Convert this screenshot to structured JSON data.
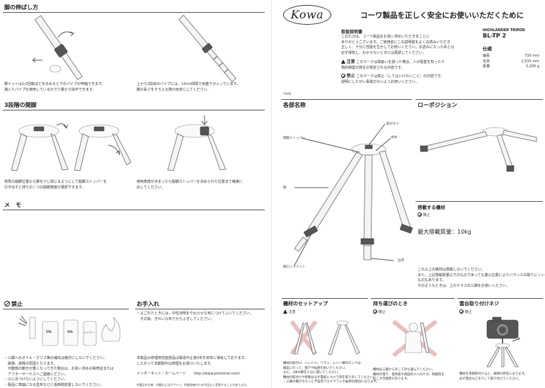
{
  "left": {
    "extend": {
      "title": "脚の伸ばし方",
      "caption_left": [
        "脚ナットは1/2回転ほどゆるめると下のパイプが伸縮できます。",
        "満入りパイプを使用しているので少量から操作できます。"
      ],
      "caption_right": [
        "上から2段目のパイプには、10cm間隔で目盛りが入っています。",
        "脚の長さをそろえる際の目安にしてください。"
      ]
    },
    "spread": {
      "title": "3段階の開脚",
      "caption_left": [
        "標準の開脚位置から脚を少し閉じるようにして開脚ストッパーを",
        "引き出すと残りの二つの開脚角度が選択できます。"
      ],
      "caption_right": [
        "使用角度が決まったら開脚ストッパーを決められた位置まで確実に",
        "戻してください。"
      ]
    },
    "memo": {
      "title": "メ　モ"
    },
    "prohibit": {
      "title": "禁止",
      "labels": [
        "OIL",
        "OIL",
        "シンナー"
      ],
      "notes": [
        "・三脚へのオイル・グリス等の補充は絶対にしないでください。",
        "　破損、故障の原因となります。",
        "　可動部の動きが重くなってきた場合は、お買い求めの販売店または",
        "　アフターサービスへご連絡ください。",
        "・火に近づけないようにしてください。",
        "・製品に表面になる塗布などに長時間放置しないでください。"
      ]
    },
    "care": {
      "title": "お手入れ",
      "notes": [
        "・よごれたときには、中性洗剤をやわらかな布につけてふいてください。",
        "　その後、きれいな布でからぶきしてください。"
      ],
      "warranty": [
        "本製品の修理用性能部品は製造中止後5年を目安に保有しております。",
        "したがって本期間中は修理をお受けいたします。"
      ],
      "website_label": "インターネット・ホームページ",
      "website_url": "http://www.prominar.com/",
      "footnote": "※製品の仕様、外観などはデザイン、性能改善のため予告なく変更することがあります。"
    }
  },
  "right": {
    "logo_text": "Kowa",
    "heading": "コーワ製品を正しく安全にお使いいただくために",
    "manual": {
      "title": "取扱説明書",
      "lines": [
        "このたびは、コーワ製品をお買い求めいただきまことに",
        "ありがとうございます。ご使用前にこの説明書をよくお読みいただき",
        "正しく、十分に性能を生かしてお使いください。お読みになったあとは",
        "必ず保管し、わからないときには再読してください。"
      ]
    },
    "caution": {
      "label": "注意",
      "lines": [
        "このマークは取扱いを誤った場合、人が傷害を負ったり",
        "物的損害の発生が想定される内容です。"
      ]
    },
    "forbid": {
      "label": "禁止",
      "lines": [
        "このマークは禁止（してはいけないこと）の内容です。",
        "説明にしたがい事故のないようお使いください。"
      ]
    },
    "model": {
      "series": "HIGHLANDER TRIPOD",
      "name": "BL-TP 2"
    },
    "specs": {
      "title": "仕様",
      "rows": [
        {
          "label": "縮長",
          "value": "730 mm"
        },
        {
          "label": "全高",
          "value": "1,535 mm"
        },
        {
          "label": "質量",
          "value": "3,200 g"
        }
      ]
    },
    "page_code": "Y000",
    "parts": {
      "title": "各部名称",
      "labels": {
        "tighten_screw": "取付ネジ",
        "body": "本体",
        "stopper": "開脚ストッパー",
        "leg": "脚",
        "leg_lock_nut": "脚ロックナット",
        "stone_foot": "石突"
      }
    },
    "low": {
      "title": "ローポジション"
    },
    "mount": {
      "title": "搭載する機材",
      "forbid_label": "禁止",
      "max_load_label": "最大搭載質量：10kg",
      "notes": [
        "これ以上の機材は搭載しないでください。",
        "また、上記搭載質量以下のものであっても重心位置によりバランスの取りにくい",
        "ものもあります。",
        "そのようなときは、上のクラスの三脚をお使いください。"
      ]
    },
    "setup": {
      "title": "機材のセットアップ",
      "caution_label": "注意",
      "notes": [
        "機材の取付け、ハンドル、ツマミ、レバー類のロックは",
        "確実に行って、落下や転倒を防いでください。",
        "また、3本の脚を十分に開いてください。",
        "機材の取付けや移動はまず最初にカメラ等を取り外してください。",
        "・三脚の脚がカチッと不安定でカメラブレや転倒の原因になります。"
      ]
    },
    "carry": {
      "title": "持ち運びのとき",
      "forbid_label": "禁止",
      "notes": [
        "機材は三脚から外して持ち運んでください。",
        "機材の落下、使用者や周囲の人へのケガ、物損等を",
        "起こす可能性があります。"
      ]
    },
    "screw": {
      "title": "雲台取り付けネジ",
      "forbid_label": "禁止",
      "notes": [
        "機材を直接取付けると、故障の原因になります。",
        "必ず雲台などを介して取り付けてください。"
      ]
    }
  }
}
